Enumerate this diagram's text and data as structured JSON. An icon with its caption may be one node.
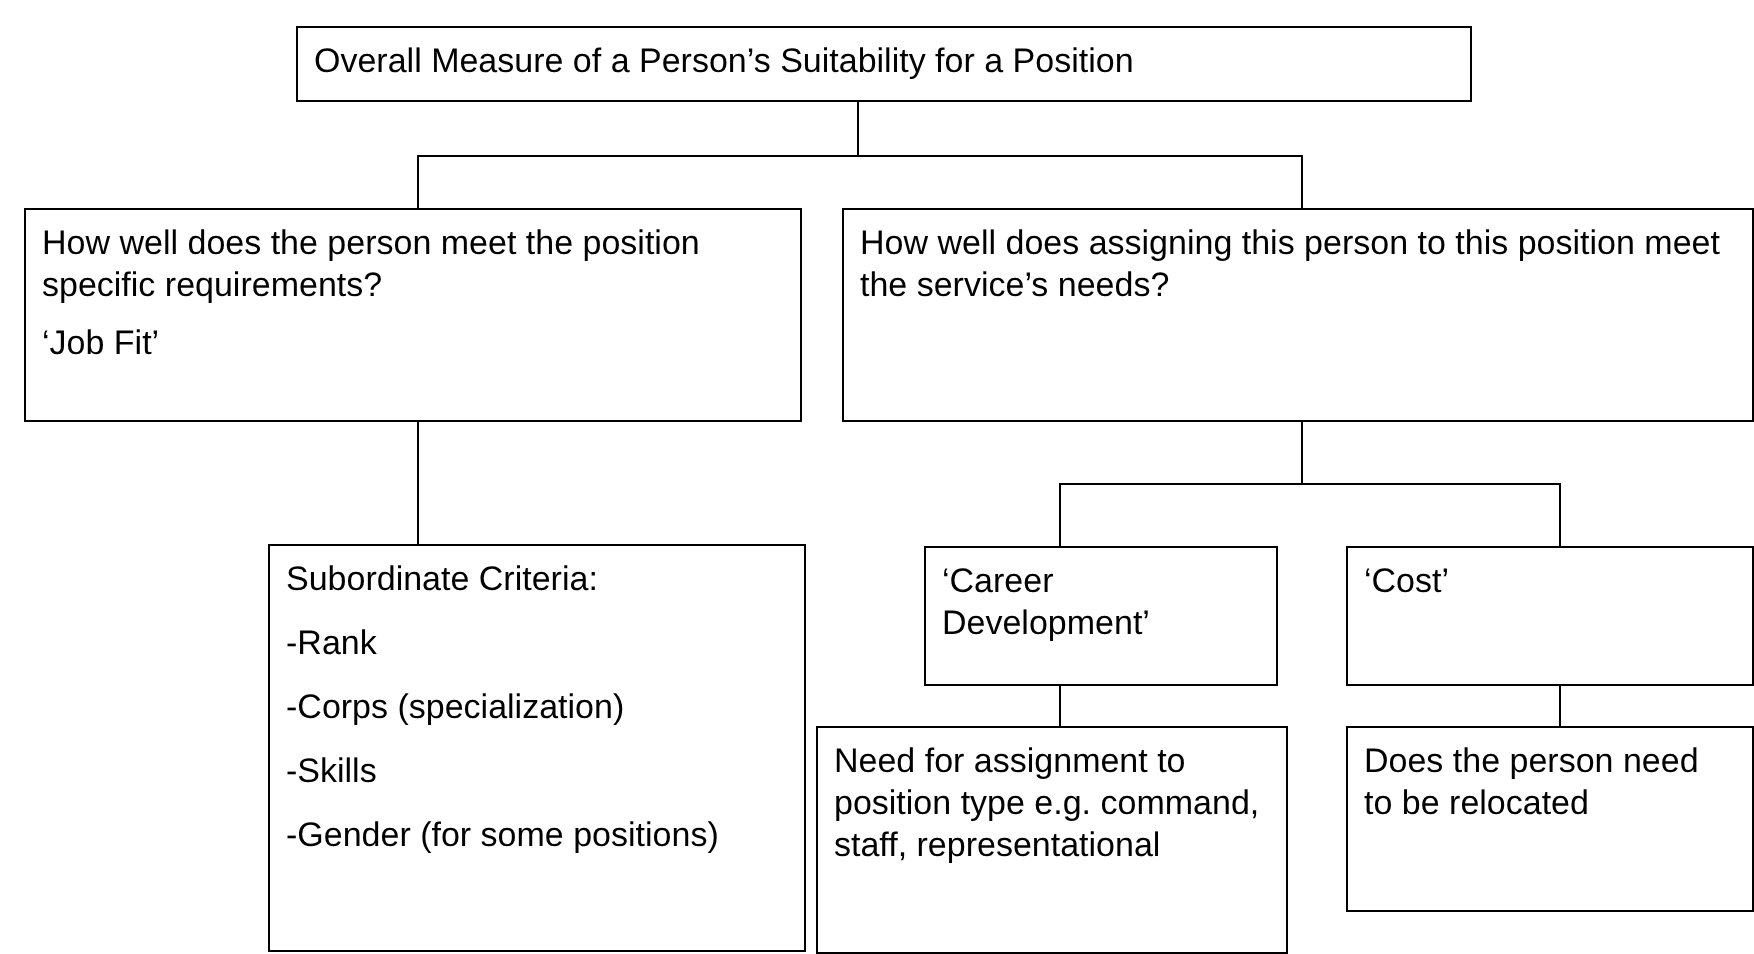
{
  "diagram": {
    "nodes": [
      {
        "text": [
          "Overall Measure of a Person’s Suitability for a Position"
        ]
      },
      {
        "text": [
          "How well does the person meet the position specific requirements?",
          "‘Job Fit’"
        ]
      },
      {
        "text": [
          "How well does assigning this person to this position meet the service’s needs?"
        ]
      },
      {
        "text": [
          "Subordinate Criteria:",
          "-Rank",
          "-Corps (specialization)",
          "-Skills",
          "-Gender (for some positions)"
        ]
      },
      {
        "text": [
          "‘Career Development’"
        ]
      },
      {
        "text": [
          "‘Cost’"
        ]
      },
      {
        "text": [
          "Need for assignment to position type e.g. command, staff, representational"
        ]
      },
      {
        "text": [
          "Does the person need to be relocated"
        ]
      }
    ],
    "edges": [
      {
        "from": 0,
        "to": 1,
        "arrow": "none"
      },
      {
        "from": 0,
        "to": 2,
        "arrow": "none"
      },
      {
        "from": 1,
        "to": 3,
        "arrow": "none"
      },
      {
        "from": 2,
        "to": 4,
        "arrow": "none"
      },
      {
        "from": 2,
        "to": 5,
        "arrow": "none"
      },
      {
        "from": 4,
        "to": 6,
        "arrow": "none"
      },
      {
        "from": 5,
        "to": 7,
        "arrow": "none"
      }
    ]
  }
}
